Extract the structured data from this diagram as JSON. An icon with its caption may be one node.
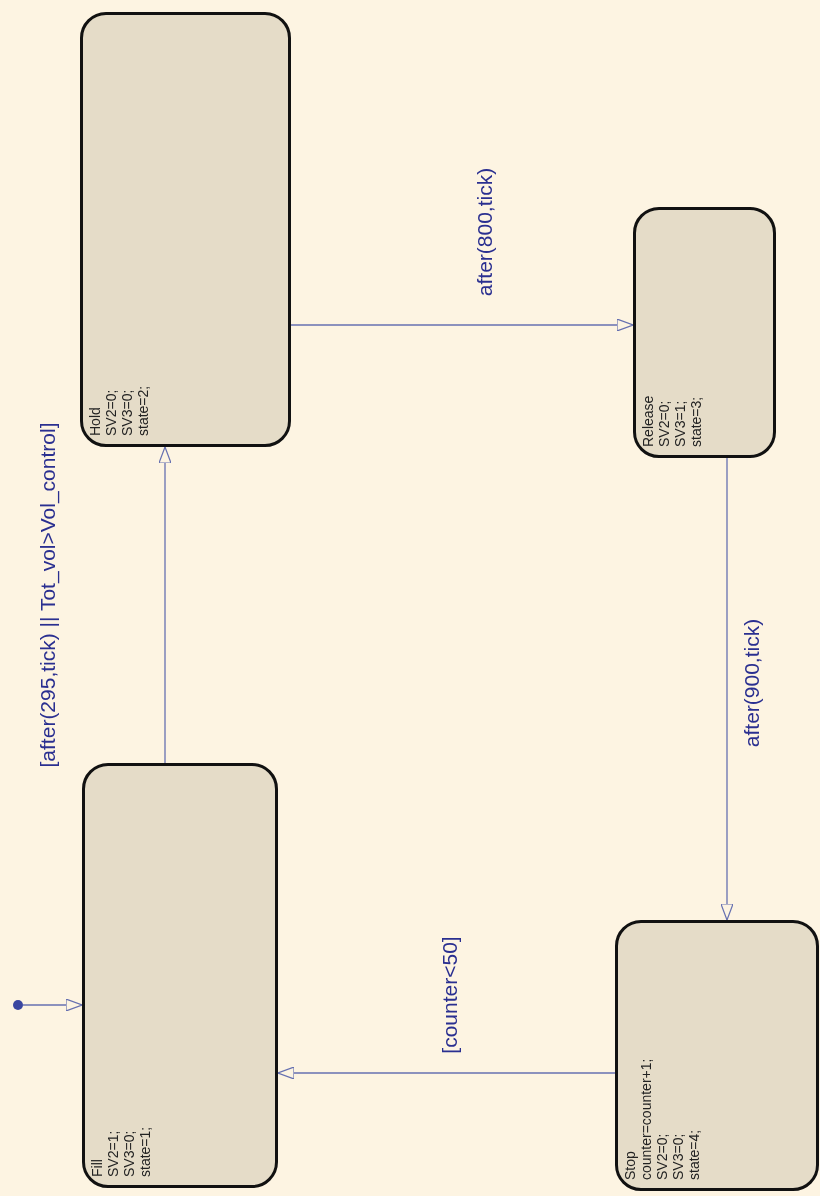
{
  "diagram": {
    "nodes": [
      {
        "text": [],
        "shape": "circle"
      },
      {
        "text": [
          "Fill",
          "SV2=1;",
          "SV3=0;",
          "state=1;"
        ]
      },
      {
        "text": [
          "Hold",
          "SV2=0;",
          "SV3=0;",
          "state=2;"
        ]
      },
      {
        "text": [
          "Release",
          "SV2=0;",
          "SV3=1;",
          "state=3;"
        ]
      },
      {
        "text": [
          "Stop",
          "counter=counter+1;",
          "SV2=0;",
          "SV3=0;",
          "state=4;"
        ]
      }
    ],
    "edges": [
      {
        "from": 0,
        "to": 1,
        "arrow": "to"
      },
      {
        "from": 1,
        "to": 2,
        "arrow": "to",
        "label": "[after(295,tick) || Tot_vol>Vol_control]"
      },
      {
        "from": 2,
        "to": 3,
        "arrow": "to",
        "label": "after(800,tick)"
      },
      {
        "from": 3,
        "to": 4,
        "arrow": "to",
        "label": "after(900,tick)"
      },
      {
        "from": 4,
        "to": 1,
        "arrow": "to",
        "label": "[counter<50]"
      }
    ]
  }
}
